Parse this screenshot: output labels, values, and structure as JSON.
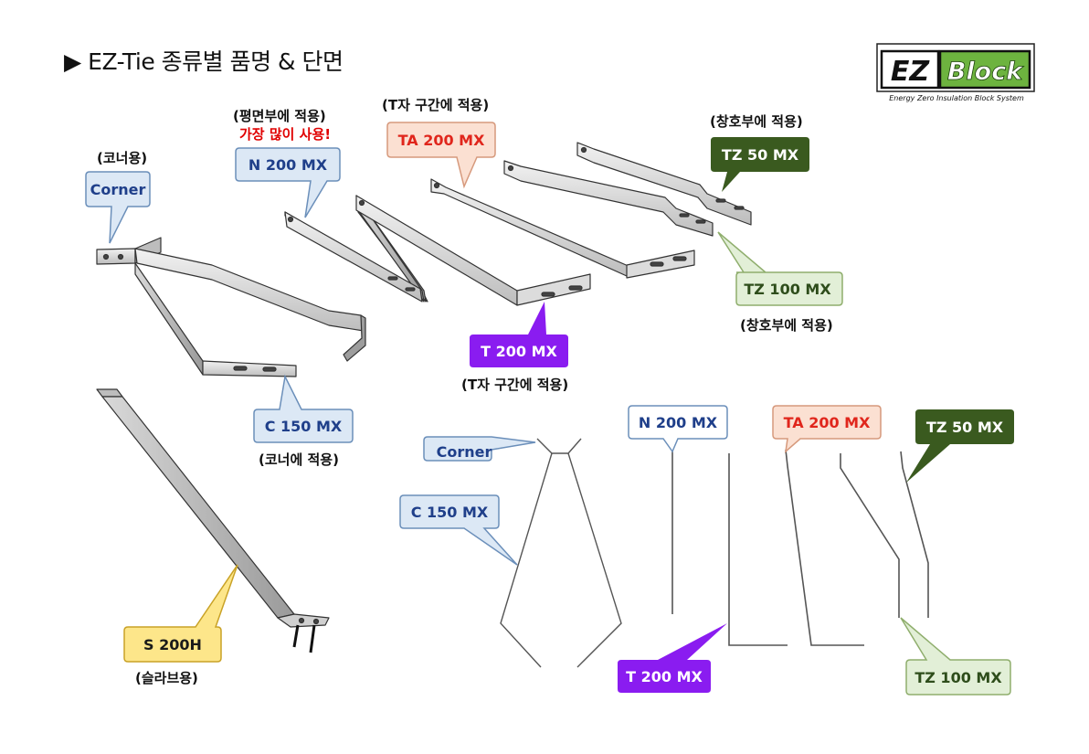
{
  "title": "▶ EZ-Tie 종류별 품명 & 단면",
  "logo": {
    "ez": "EZ",
    "block": "Block",
    "tagline": "Energy Zero Insulation Block System"
  },
  "captions": {
    "corner_top": "(코너용)",
    "flat_top": "(평면부에 적용)",
    "flat_note": "가장 많이 사용!",
    "tee_top": "(T자 구간에 적용)",
    "window_top": "(창호부에 적용)",
    "window_bottom": "(창호부에 적용)",
    "tee_bottom": "(T자 구간에 적용)",
    "corner_bottom": "(코너에 적용)",
    "slab": "(슬라브용)"
  },
  "labels": {
    "corner_top": "Corner",
    "n200_top": "N 200 MX",
    "ta200_top": "TA 200 MX",
    "tz50_top": "TZ 50 MX",
    "tz100_top": "TZ 100 MX",
    "t200_top": "T 200 MX",
    "c150_top": "C 150 MX",
    "s200h": "S 200H",
    "corner_sec": "Corner",
    "c150_sec": "C 150 MX",
    "n200_sec": "N 200 MX",
    "ta200_sec": "TA 200 MX",
    "tz50_sec": "TZ 50 MX",
    "t200_sec": "T 200 MX",
    "tz100_sec": "TZ 100 MX"
  },
  "colors": {
    "blue_fill": "#dce8f5",
    "blue_stroke": "#6b8fba",
    "blue_text": "#1f3f8a",
    "salmon_fill": "#fbe0d2",
    "salmon_stroke": "#d6997c",
    "salmon_text": "#e0261c",
    "dkgreen_fill": "#3a5a1f",
    "dkgreen_text": "#ffffff",
    "ltgreen_fill": "#e2efd7",
    "ltgreen_stroke": "#8fae6d",
    "ltgreen_text": "#2e4d1b",
    "purple_fill": "#8a1cf0",
    "purple_text": "#ffffff",
    "yellow_fill": "#fde68a",
    "yellow_stroke": "#c9a227",
    "yellow_text": "#1a1a1a",
    "metal_light": "#eeeeee",
    "metal_mid": "#c8c8c8",
    "metal_dark": "#8a8a8a"
  }
}
